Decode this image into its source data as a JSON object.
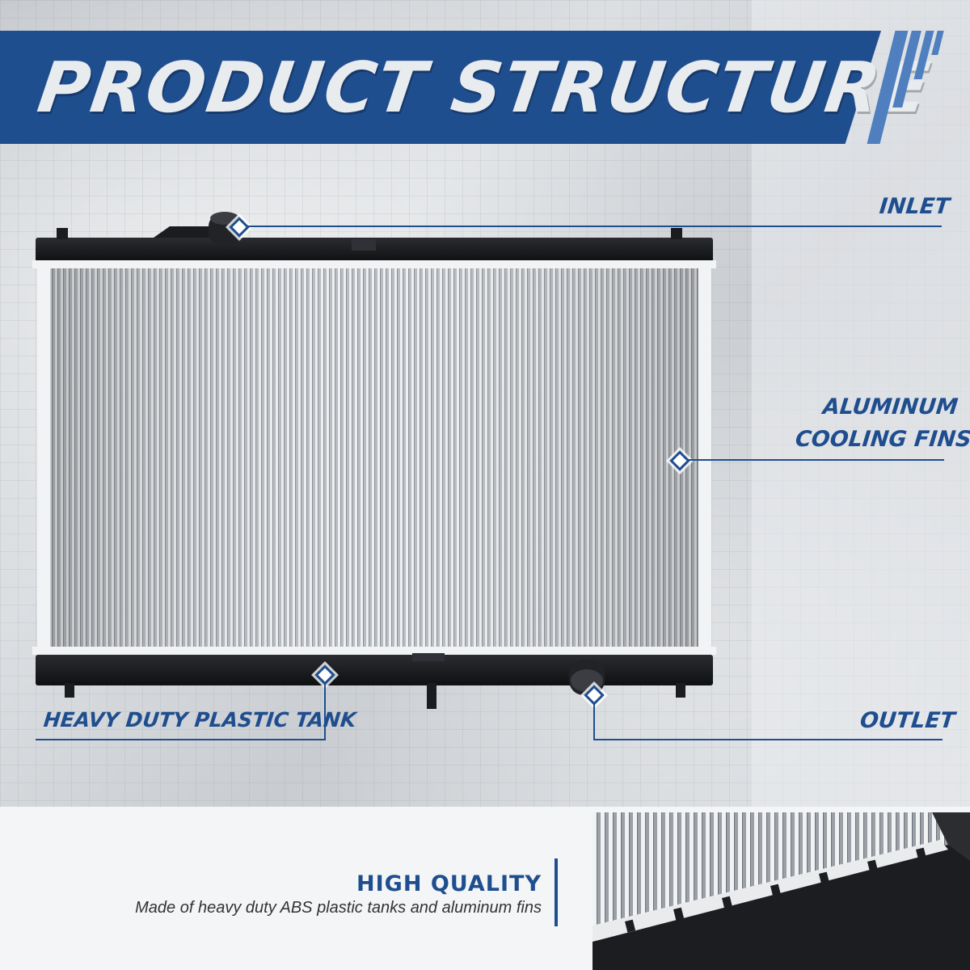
{
  "title": "PRODUCT STRUCTURE",
  "callouts": {
    "inlet": "INLET",
    "fins_line1": "ALUMINUM",
    "fins_line2": "COOLING FINS",
    "tank": "HEAVY DUTY PLASTIC TANK",
    "outlet": "OUTLET"
  },
  "quality": {
    "title": "HIGH QUALITY",
    "description": "Made of heavy duty ABS plastic tanks and aluminum fins"
  },
  "colors": {
    "brand_blue": "#1f4e8f",
    "accent_blue": "#4f7fbf"
  },
  "icons": {
    "marker": "diamond-marker-icon"
  }
}
